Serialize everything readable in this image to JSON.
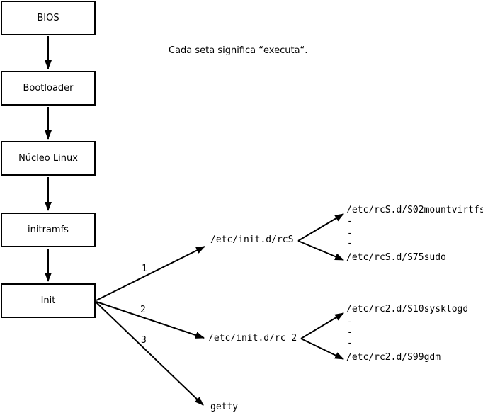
{
  "note": "Cada seta significa “executa“.",
  "flow_boxes": [
    {
      "label": "BIOS"
    },
    {
      "label": "Bootloader"
    },
    {
      "label": "Núcleo Linux"
    },
    {
      "label": "initramfs"
    },
    {
      "label": "Init"
    }
  ],
  "init_branches": [
    {
      "number": "1",
      "target": "/etc/init.d/rcS"
    },
    {
      "number": "2",
      "target": "/etc/init.d/rc 2"
    },
    {
      "number": "3",
      "target": "getty"
    }
  ],
  "rcS_children": {
    "first": "/etc/rcS.d/S02mountvirtfs",
    "dots": [
      "-",
      "-",
      "-"
    ],
    "last": "/etc/rcS.d/S75sudo"
  },
  "rc2_children": {
    "first": "/etc/rc2.d/S10sysklogd",
    "dots": [
      "-",
      "-",
      "-"
    ],
    "last": "/etc/rc2.d/S99gdm"
  },
  "colors": {
    "ink": "#000000",
    "background": "#ffffff"
  }
}
